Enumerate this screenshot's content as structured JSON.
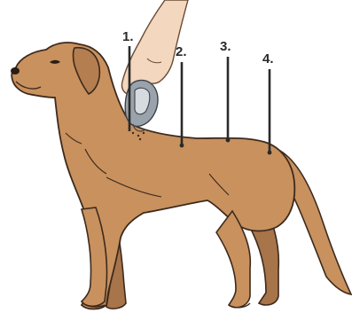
{
  "diagram": {
    "callouts": [
      {
        "id": "1",
        "label": "1."
      },
      {
        "id": "2",
        "label": "2."
      },
      {
        "id": "3",
        "label": "3."
      },
      {
        "id": "4",
        "label": "4."
      }
    ]
  },
  "colors": {
    "dog_fur": "#c8915e",
    "dog_outline": "#3d2a1c",
    "dog_shadow": "#a8744a",
    "skin": "#f3d7bf",
    "device": "#9aa3ab",
    "callout_line": "#2a2a2a"
  }
}
